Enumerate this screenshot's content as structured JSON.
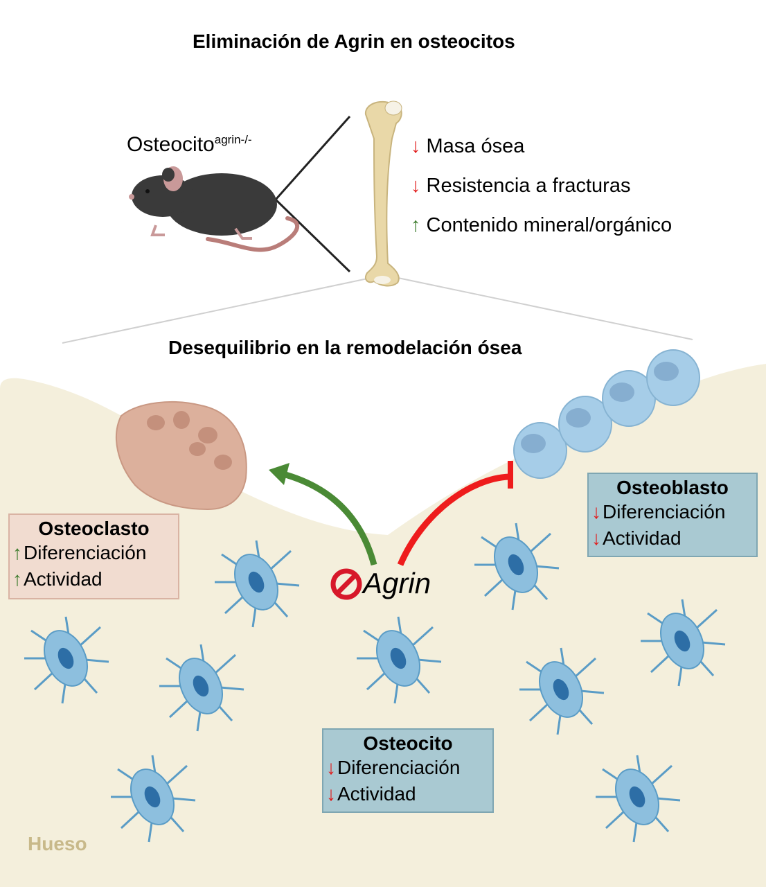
{
  "titles": {
    "top": "Eliminación de Agrin en osteocitos",
    "middle": "Desequilibrio en la remodelación ósea"
  },
  "mouse": {
    "label": "Osteocito",
    "superscript": "agrin-/-"
  },
  "bone_effects": [
    {
      "direction": "down",
      "arrow": "↓",
      "text": "Masa ósea"
    },
    {
      "direction": "down",
      "arrow": "↓",
      "text": "Resistencia a fracturas"
    },
    {
      "direction": "up",
      "arrow": "↑",
      "text": "Contenido mineral/orgánico"
    }
  ],
  "osteoclast_box": {
    "title": "Osteoclasto",
    "rows": [
      {
        "arrow": "↑",
        "direction": "up",
        "text": "Diferenciación"
      },
      {
        "arrow": "↑",
        "direction": "up",
        "text": "Actividad"
      }
    ]
  },
  "osteoblast_box": {
    "title": "Osteoblasto",
    "rows": [
      {
        "arrow": "↓",
        "direction": "down",
        "text": "Diferenciación"
      },
      {
        "arrow": "↓",
        "direction": "down",
        "text": "Actividad"
      }
    ]
  },
  "osteocyte_box": {
    "title": "Osteocito",
    "rows": [
      {
        "arrow": "↓",
        "direction": "down",
        "text": "Diferenciación"
      },
      {
        "arrow": "↓",
        "direction": "down",
        "text": "Actividad"
      }
    ]
  },
  "agrin": {
    "label": "Agrin",
    "icon": "prohibition-icon"
  },
  "bone_label": "Hueso",
  "colors": {
    "bone_matrix": "#f4efdc",
    "osteoclast": "#dcb09c",
    "osteoblast": "#a6cde8",
    "osteocyte": "#7fb6d8",
    "green_arrow": "#4a8a35",
    "red_arrow": "#ee1c1c",
    "box_osteoclast_fill": "#f1dcd0",
    "box_blue_fill": "#a9c9d2"
  }
}
